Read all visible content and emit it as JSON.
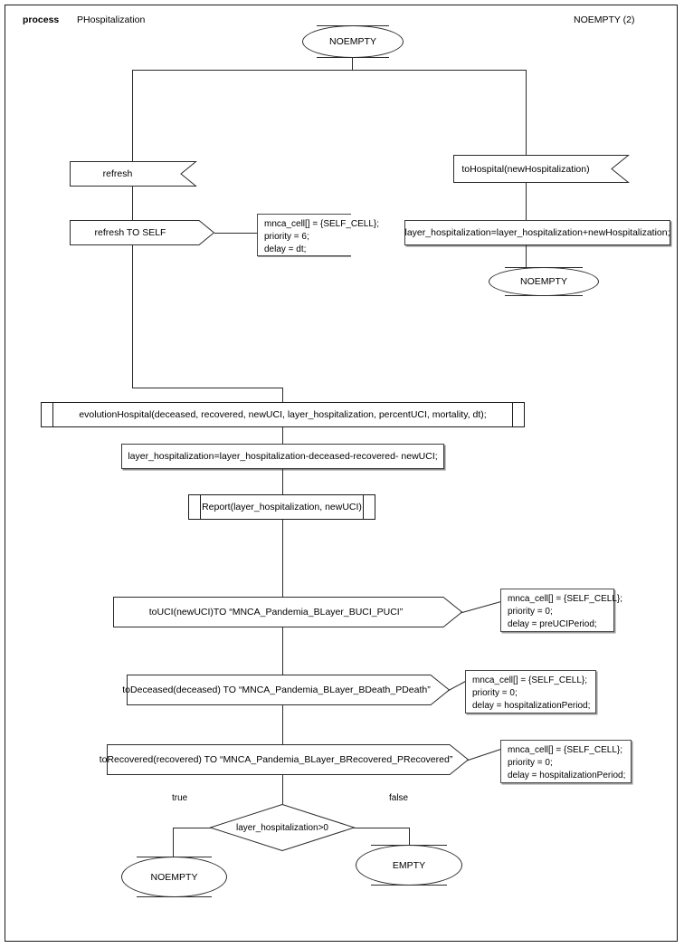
{
  "header": {
    "keyword": "process",
    "process_name": "PHospitalization",
    "top_right_label": "NOEMPTY (2)"
  },
  "nodes": {
    "start_terminal": "NOEMPTY",
    "refresh_receive": "refresh",
    "refresh_to_self": "refresh TO SELF",
    "to_hospital_receive": "toHospital(newHospitalization)",
    "hospital_assign": "layer_hospitalization=layer_hospitalization+newHospitalization;",
    "hospital_terminal": "NOEMPTY",
    "evolution_hospital": "evolutionHospital(deceased, recovered, newUCI, layer_hospitalization, percentUCI, mortality, dt);",
    "layer_update": "layer_hospitalization=layer_hospitalization-deceased-recovered- newUCI;",
    "report": "Report(layer_hospitalization, newUCI)",
    "to_uci": "toUCI(newUCI)TO “MNCA_Pandemia_BLayer_BUCI_PUCI”",
    "to_deceased": "toDeceased(deceased) TO “MNCA_Pandemia_BLayer_BDeath_PDeath”",
    "to_recovered": "toRecovered(recovered) TO “MNCA_Pandemia_BLayer_BRecovered_PRecovered”",
    "decision": "layer_hospitalization>0",
    "true_terminal": "NOEMPTY",
    "false_terminal": "EMPTY"
  },
  "edge_labels": {
    "true": "true",
    "false": "false"
  },
  "notes": {
    "refresh_note": {
      "line1": "mnca_cell[] = {SELF_CELL};",
      "line2": "priority = 6;",
      "line3": "delay = dt;"
    },
    "uci_note": {
      "line1": "mnca_cell[] = {SELF_CELL};",
      "line2": "priority = 0;",
      "line3": "delay = preUCIPeriod;"
    },
    "deceased_note": {
      "line1": "mnca_cell[] = {SELF_CELL};",
      "line2": "priority = 0;",
      "line3": "delay = hospitalizationPeriod;"
    },
    "recovered_note": {
      "line1": "mnca_cell[] = {SELF_CELL};",
      "line2": "priority = 0;",
      "line3": "delay = hospitalizationPeriod;"
    }
  },
  "colors": {
    "stroke": "#2b2b2b",
    "shadow": "#8a8a8a",
    "background": "#ffffff",
    "text": "#000000"
  }
}
